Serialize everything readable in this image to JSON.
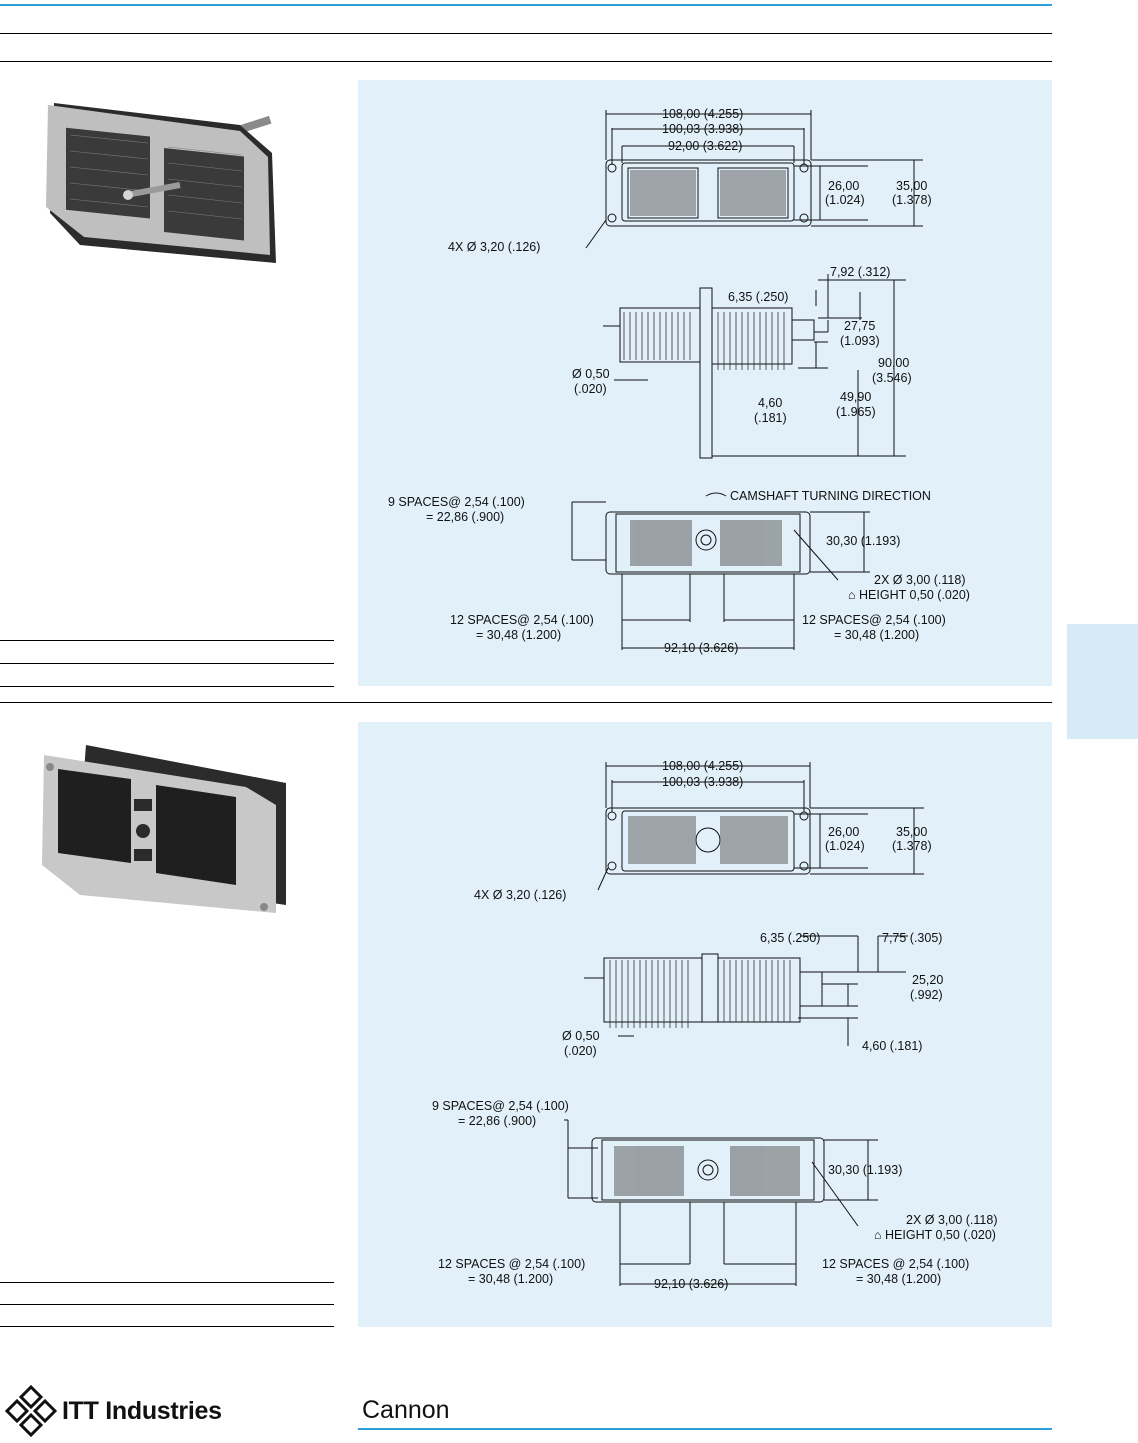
{
  "brand": {
    "company": "ITT Industries",
    "product_line": "Cannon"
  },
  "figure1": {
    "top_view": {
      "d1": "108,00 (4.255)",
      "d2": "100,03 (3.938)",
      "d3": "92,00 (3.622)",
      "h1a": "26,00",
      "h1b": "(1.024)",
      "h2a": "35,00",
      "h2b": "(1.378)",
      "holes": "4X Ø 3,20 (.126)"
    },
    "side_view": {
      "a": "7,92 (.312)",
      "b": "6,35 (.250)",
      "c1": "27,75",
      "c2": "(1.093)",
      "d1": "90,00",
      "d2": "(3.546)",
      "e1": "Ø 0,50",
      "e2": "(.020)",
      "f1": "4,60",
      "f2": "(.181)",
      "g1": "49,90",
      "g2": "(1.965)"
    },
    "bottom_view": {
      "sp9a": "9 SPACES@ 2,54 (.100)",
      "sp9b": "= 22,86 (.900)",
      "cam": "CAMSHAFT TURNING DIRECTION",
      "h": "30,30 (1.193)",
      "holes1": "2X Ø 3,00 (.118)",
      "holes2": "⌂ HEIGHT 0,50 (.020)",
      "sp12la": "12 SPACES@ 2,54 (.100)",
      "sp12lb": "= 30,48 (1.200)",
      "sp12ra": "12 SPACES@ 2,54 (.100)",
      "sp12rb": "= 30,48 (1.200)",
      "w": "92,10 (3.626)"
    }
  },
  "figure2": {
    "top_view": {
      "d1": "108,00 (4.255)",
      "d2": "100,03 (3.938)",
      "h1a": "26,00",
      "h1b": "(1.024)",
      "h2a": "35,00",
      "h2b": "(1.378)",
      "holes": "4X Ø 3,20 (.126)"
    },
    "side_view": {
      "a": "6,35 (.250)",
      "b": "7,75 (.305)",
      "c1": "25,20",
      "c2": "(.992)",
      "e1": "Ø 0,50",
      "e2": "(.020)",
      "f": "4,60 (.181)"
    },
    "bottom_view": {
      "sp9a": "9 SPACES@ 2,54 (.100)",
      "sp9b": "= 22,86 (.900)",
      "h": "30,30 (1.193)",
      "holes1": "2X Ø 3,00 (.118)",
      "holes2": "⌂ HEIGHT 0,50 (.020)",
      "sp12la": "12 SPACES @ 2,54 (.100)",
      "sp12lb": "= 30,48 (1.200)",
      "sp12ra": "12 SPACES @ 2,54 (.100)",
      "sp12rb": "= 30,48 (1.200)",
      "w": "92,10 (3.626)"
    }
  },
  "colors": {
    "accent": "#2a9fd8",
    "panel": "#e1f0f9",
    "tab": "#d7ebf7"
  }
}
